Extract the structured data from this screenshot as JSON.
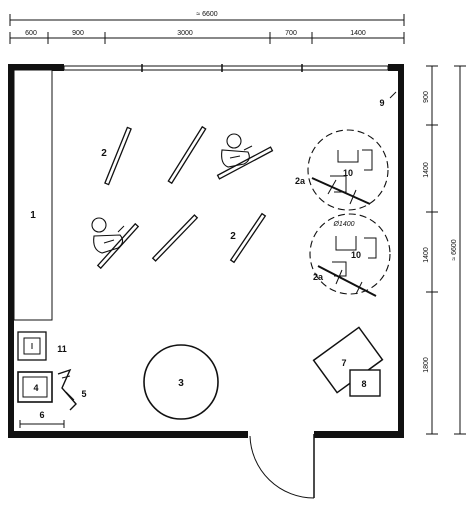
{
  "dimensions": {
    "overall_width": "≈ 6600",
    "overall_height": "≈ 6600",
    "top": [
      "600",
      "900",
      "3000",
      "700",
      "1400"
    ],
    "right": [
      "900",
      "1400",
      "1400",
      "1800"
    ]
  },
  "labels": {
    "counter": "1",
    "easel_a": "2",
    "easel_b": "2",
    "easel_2a_top": "2a",
    "easel_2a_bottom": "2a",
    "round_table": "3",
    "sink": "4",
    "step_ladder": "5",
    "wall_item": "6",
    "table": "7",
    "stool": "8",
    "corner": "9",
    "station_top": "10",
    "station_bottom": "10",
    "basin": "11",
    "radius_note": "Ø1400"
  }
}
